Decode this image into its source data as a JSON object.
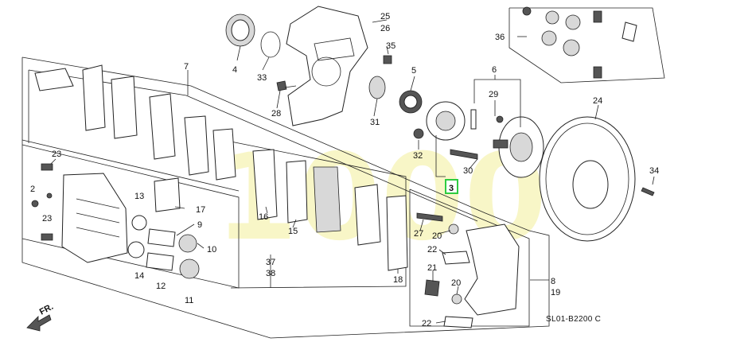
{
  "diagram": {
    "reference_code": "SL01-B2200 C",
    "front_arrow_label": "FR.",
    "watermark_text": "1000",
    "highlight_color": "#2ecc40",
    "highlighted_callout": "3",
    "callouts": {
      "c25": "25",
      "c26": "26",
      "c35": "35",
      "c4": "4",
      "c33": "33",
      "c28": "28",
      "c31": "31",
      "c5": "5",
      "c32": "32",
      "c6": "6",
      "c29": "29",
      "c30": "30",
      "c3": "3",
      "c24": "24",
      "c34": "34",
      "c36": "36",
      "c7": "7",
      "c23a": "23",
      "c2": "2",
      "c23b": "23",
      "c13": "13",
      "c17": "17",
      "c9": "9",
      "c10": "10",
      "c14": "14",
      "c12": "12",
      "c11": "11",
      "c16": "16",
      "c15": "15",
      "c37": "37",
      "c38": "38",
      "c18": "18",
      "c27": "27",
      "c20a": "20",
      "c22a": "22",
      "c21": "21",
      "c20b": "20",
      "c8": "8",
      "c19": "19",
      "c22b": "22"
    }
  }
}
